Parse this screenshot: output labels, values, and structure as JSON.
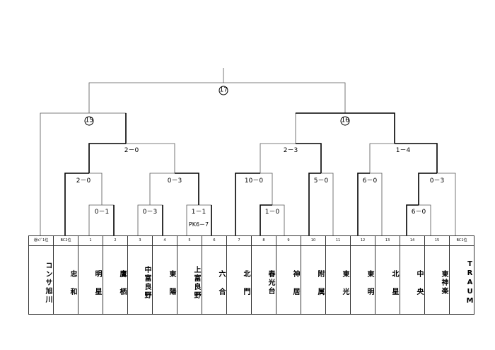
{
  "teams": [
    {
      "seed": "道ｶﾌﾞ1位",
      "name": "コンサ旭川"
    },
    {
      "seed": "BC2位",
      "name": "忠 和"
    },
    {
      "seed": "1",
      "name": "明 星"
    },
    {
      "seed": "2",
      "name": "鷹 栖"
    },
    {
      "seed": "3",
      "name": "中富良野"
    },
    {
      "seed": "4",
      "name": "東 陽"
    },
    {
      "seed": "5",
      "name": "上富良野"
    },
    {
      "seed": "6",
      "name": "六 合"
    },
    {
      "seed": "7",
      "name": "北 門"
    },
    {
      "seed": "8",
      "name": "春光台"
    },
    {
      "seed": "9",
      "name": "神 居"
    },
    {
      "seed": "10",
      "name": "附 属"
    },
    {
      "seed": "11",
      "name": "東 光"
    },
    {
      "seed": "12",
      "name": "東 明"
    },
    {
      "seed": "13",
      "name": "北 星"
    },
    {
      "seed": "14",
      "name": "中 央"
    },
    {
      "seed": "15",
      "name": "東神楽"
    },
    {
      "seed": "BC1位",
      "name": "TRAUM"
    }
  ],
  "scores": {
    "m1": "0－1",
    "m2": "0－3",
    "m3": "1－1",
    "m3pk": "PK6－7",
    "m4": "1－0",
    "m5": "6－0",
    "r2a": "2－0",
    "r2b": "0－3",
    "r2c": "10－0",
    "r2d": "5－0",
    "r2e": "6－0",
    "r2f": "0－3",
    "r3a": "2－0",
    "r3b": "2－3",
    "r3c": "1－4"
  },
  "matches": {
    "m15": "15",
    "m16": "16",
    "m17": "17"
  }
}
